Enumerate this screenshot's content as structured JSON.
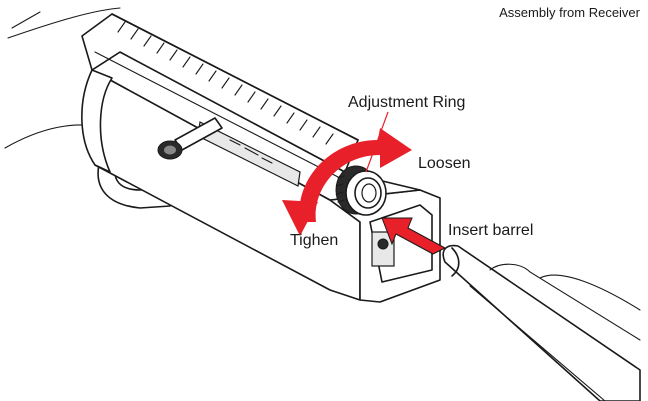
{
  "caption": "Assembly from Receiver",
  "labels": {
    "adjustment_ring": "Adjustment Ring",
    "loosen": "Loosen",
    "tighten": "Tighen",
    "insert_barrel": "Insert barrel"
  },
  "colors": {
    "arrow": "#e8202a",
    "ink": "#1a1a1a"
  }
}
